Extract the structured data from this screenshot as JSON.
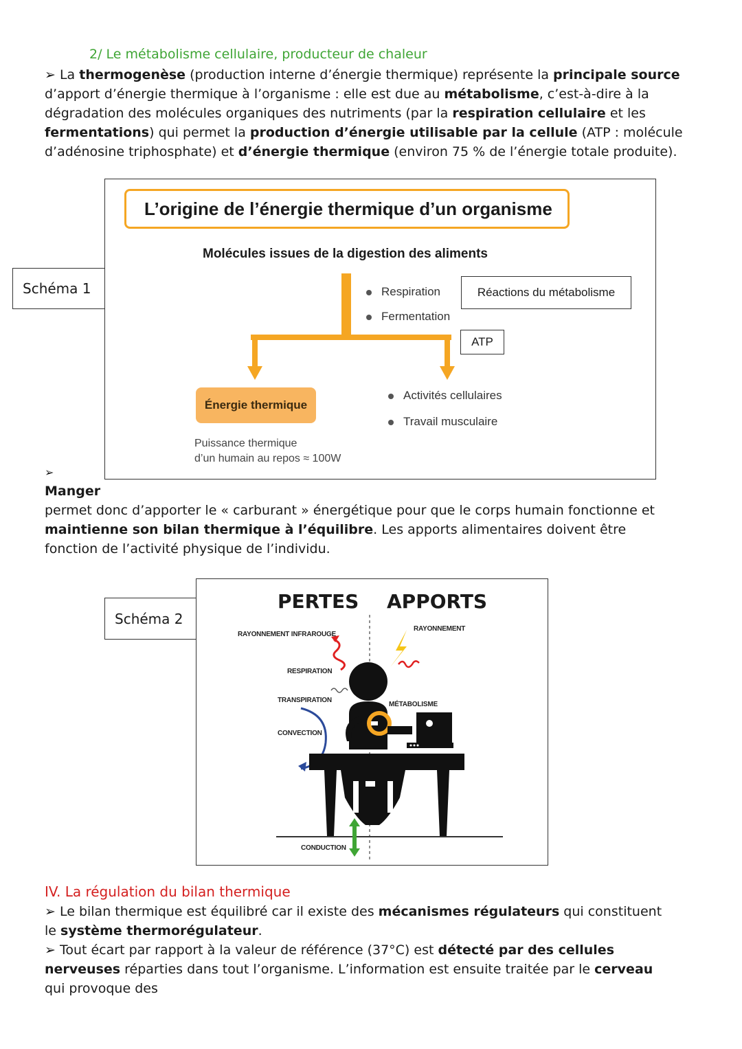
{
  "section2": {
    "title": "2/ Le métabolisme cellulaire, producteur de chaleur",
    "p1": [
      {
        "t": "➢ La ",
        "b": false
      },
      {
        "t": "thermogenèse",
        "b": true
      },
      {
        "t": " (production interne d’énergie thermique) représente la ",
        "b": false
      },
      {
        "t": "principale source",
        "b": true
      },
      {
        "t": " d’apport d’énergie thermique à l’organisme : elle est due au ",
        "b": false
      },
      {
        "t": "métabolisme",
        "b": true
      },
      {
        "t": ", c’est-à-dire à la dégradation des molécules organiques des nutriments (par la ",
        "b": false
      },
      {
        "t": "respiration cellulaire",
        "b": true
      },
      {
        "t": " et les ",
        "b": false
      },
      {
        "t": "fermentations",
        "b": true
      },
      {
        "t": ") qui permet la ",
        "b": false
      },
      {
        "t": "production d’énergie utilisable par la cellule",
        "b": true
      },
      {
        "t": " (ATP : molécule d’adénosine triphosphate) et ",
        "b": false
      },
      {
        "t": "d’énergie thermique",
        "b": true
      },
      {
        "t": " (environ 75 % de l’énergie totale produite).",
        "b": false
      }
    ]
  },
  "schema1": {
    "label": "Schéma 1",
    "title": "L’origine de l’énergie thermique d’un organisme",
    "top": "Molécules issues de la digestion des aliments",
    "proc1": "Respiration",
    "proc2": "Fermentation",
    "reactions": "Réactions du métabolisme",
    "atp": "ATP",
    "energy": "Énergie thermique",
    "power1": "Puissance thermique",
    "power2": "d’un humain au repos ≈ 100W",
    "use1": "Activités cellulaires",
    "use2": "Travail musculaire",
    "colors": {
      "orange": "#f5a623",
      "energy_fill": "#f8b560",
      "title_border": "#f5a623"
    }
  },
  "manger": {
    "arrow": "➢",
    "word": "Manger",
    "rest": [
      {
        "t": "permet donc d’apporter le « carburant » énergétique pour que le corps humain fonctionne et ",
        "b": false
      },
      {
        "t": "maintienne son bilan thermique à l’équilibre",
        "b": true
      },
      {
        "t": ". Les apports alimentaires doivent être fonction de l’activité physique de l’individu.",
        "b": false
      }
    ]
  },
  "schema2": {
    "label": "Schéma 2",
    "pertes": "PERTES",
    "apports": "APPORTS",
    "rayonnement_ir": "RAYONNEMENT INFRAROUGE",
    "rayonnement": "RAYONNEMENT",
    "respiration": "RESPIRATION",
    "transpiration": "TRANSPIRATION",
    "metabolisme": "MÉTABOLISME",
    "convection": "CONVECTION",
    "conduction": "CONDUCTION"
  },
  "section4": {
    "title": "IV. La régulation du bilan thermique",
    "p1": [
      {
        "t": "➢ Le bilan thermique est équilibré car il existe des ",
        "b": false
      },
      {
        "t": "mécanismes régulateurs",
        "b": true
      },
      {
        "t": " qui constituent le ",
        "b": false
      },
      {
        "t": "système thermorégulateur",
        "b": true
      },
      {
        "t": ".",
        "b": false
      }
    ],
    "p2": [
      {
        "t": "➢ Tout écart par rapport à la valeur de référence (37°C) est ",
        "b": false
      },
      {
        "t": "détecté par des cellules nerveuses",
        "b": true
      },
      {
        "t": " réparties dans tout l’organisme. L’information est ensuite traitée par le ",
        "b": false
      },
      {
        "t": "cerveau",
        "b": true
      },
      {
        "t": " qui provoque des",
        "b": false
      }
    ]
  }
}
